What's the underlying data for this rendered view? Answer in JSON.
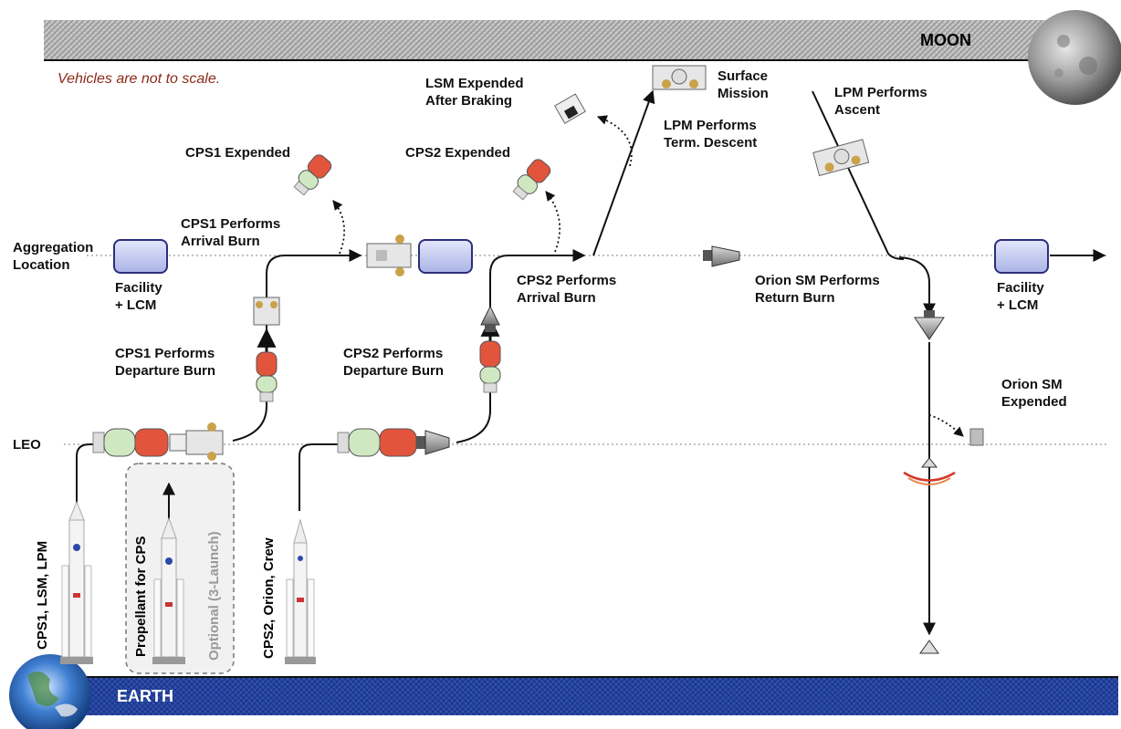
{
  "bands": {
    "moon_label": "MOON",
    "earth_label": "EARTH",
    "moon_fill": "#b8b8b8",
    "earth_fill": "#2b4aa8"
  },
  "note": "Vehicles are not to scale.",
  "levels": {
    "aggregation": "Aggregation\nLocation",
    "leo": "LEO"
  },
  "facilities": [
    {
      "label": "Facility\n+ LCM"
    },
    {
      "label": "Facility\n+ LCM"
    }
  ],
  "labels": {
    "cps1_expended": "CPS1 Expended",
    "cps2_expended": "CPS2 Expended",
    "lsm_expended": "LSM Expended\nAfter Braking",
    "surface_mission": "Surface\nMission",
    "lpm_descent": "LPM Performs\nTerm. Descent",
    "lpm_ascent": "LPM Performs\nAscent",
    "cps1_arrival": "CPS1 Performs\nArrival Burn",
    "cps2_arrival": "CPS2 Performs\nArrival Burn",
    "orion_return": "Orion SM Performs\nReturn Burn",
    "cps1_departure": "CPS1 Performs\nDeparture Burn",
    "cps2_departure": "CPS2 Performs\nDeparture Burn",
    "orion_sm_expended": "Orion SM\nExpended"
  },
  "launches": {
    "launch1": "CPS1, LSM, LPM",
    "launch2": "Propellant for CPS",
    "launch2_optional": "Optional (3-Launch)",
    "launch3": "CPS2, Orion, Crew"
  },
  "colors": {
    "facility_fill": "#c9cff0",
    "facility_stroke": "#2b2f7a",
    "stage_red": "#e2553c",
    "stage_green": "#cfe8c2",
    "path": "#111111",
    "dotted": "#999999",
    "note_color": "#8b2a1a",
    "heatshield": "#d33a2c"
  }
}
